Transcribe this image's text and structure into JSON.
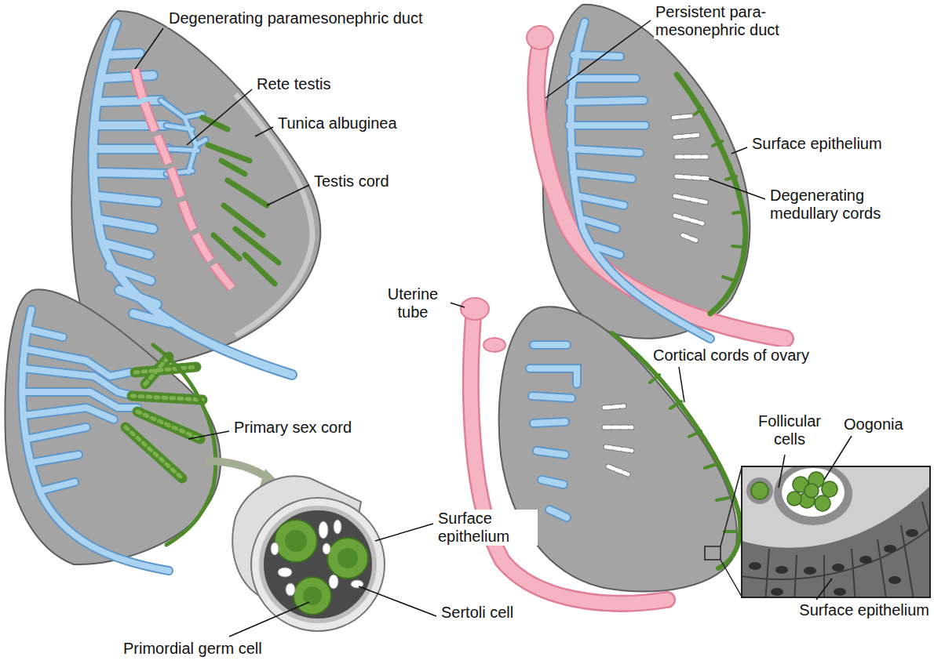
{
  "diagram": {
    "labels": [
      "Degenerating paramesonephric duct",
      "Rete testis",
      "Tunica albuginea",
      "Testis cord",
      "Primary sex cord",
      "Surface epithelium",
      "Sertoli cell",
      "Primordial germ cell",
      "Persistent para- mesonephric duct",
      "Surface epithelium",
      "Degenerating medullary cords",
      "Uterine tube",
      "Cortical cords of ovary",
      "Follicular cells",
      "Oogonia",
      "Surface epithelium"
    ]
  }
}
